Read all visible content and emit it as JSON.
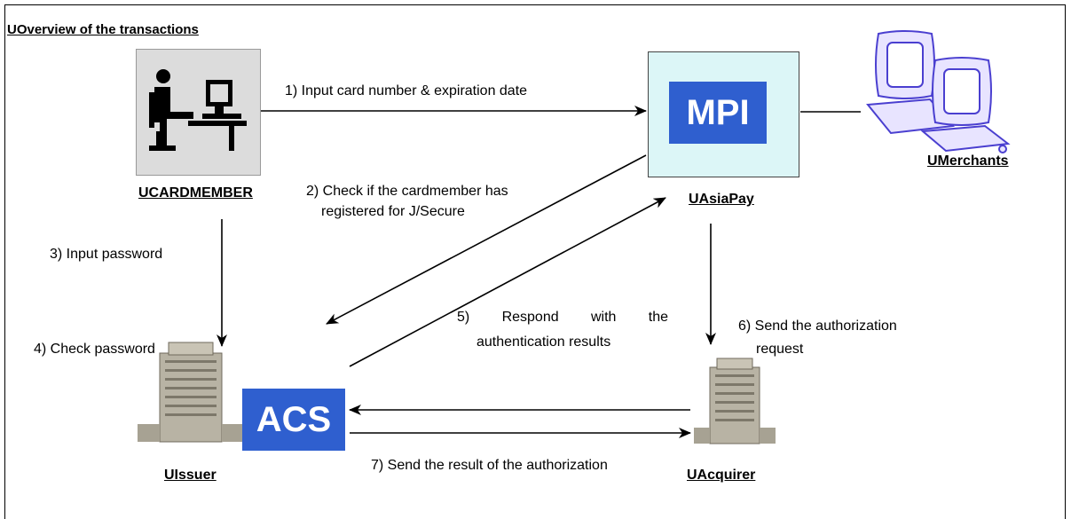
{
  "title": "UOverview of the transactions",
  "nodes": {
    "cardmember": "UCARDMEMBER",
    "asiapay": "UAsiaPay",
    "merchants": "UMerchants",
    "issuer": "UIssuer",
    "acquirer": "UAcquirer",
    "mpi": "MPI",
    "acs": "ACS"
  },
  "steps": {
    "s1": "1) Input card number & expiration date",
    "s2_line1": "2) Check if the cardmember has",
    "s2_line2": "registered for J/Secure",
    "s3": "3) Input password",
    "s4": "4) Check password",
    "s5_line1": "5)  Respond  with  the",
    "s5_line2": "authentication results",
    "s6_line1": "6) Send the authorization",
    "s6_line2": "request",
    "s7": "7) Send the result of the authorization"
  },
  "colors": {
    "label_blue": "#2f5fcf",
    "mpi_box": "#dcf6f7"
  }
}
